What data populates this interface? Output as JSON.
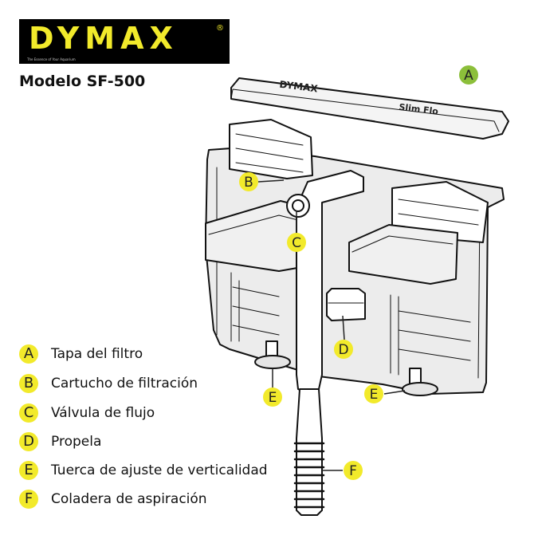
{
  "brand": {
    "name": "DYMAX",
    "registered": "®",
    "tagline": "The Essence of Your Aquarium",
    "color_yellow": "#f2ea2b",
    "color_black": "#000000"
  },
  "model": "Modelo SF-500",
  "lid": {
    "brand_mark": "DYMAX",
    "product_mark": "Slim Flo"
  },
  "legend": [
    {
      "letter": "A",
      "text": "Tapa del filtro"
    },
    {
      "letter": "B",
      "text": "Cartucho de filtración"
    },
    {
      "letter": "C",
      "text": "Válvula de flujo"
    },
    {
      "letter": "D",
      "text": "Propela"
    },
    {
      "letter": "E",
      "text": "Tuerca de ajuste de verticalidad"
    },
    {
      "letter": "F",
      "text": "Coladera de aspiración"
    }
  ],
  "callouts": {
    "a": "A",
    "b": "B",
    "c": "C",
    "d": "D",
    "e_left": "E",
    "e_right": "E",
    "f": "F"
  }
}
